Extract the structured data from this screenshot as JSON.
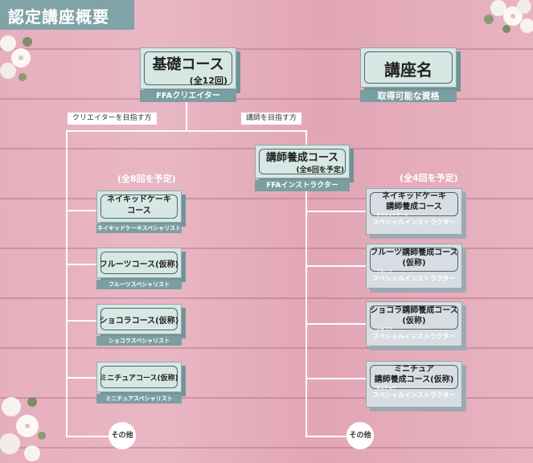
{
  "page": {
    "title": "認定講座概要"
  },
  "basic": {
    "title": "基礎コース",
    "sub": "(全12回)",
    "label": "FFAクリエイター"
  },
  "legend": {
    "title": "講座名",
    "label": "取得可能な資格"
  },
  "paths": {
    "creator": "クリエイターを目指す方",
    "instructor": "講師を目指す方"
  },
  "training": {
    "title": "講師養成コース",
    "sub": "(全6回を予定)",
    "label": "FFAインストラクター"
  },
  "left_count": "(全8回を予定)",
  "right_count": "(全4回を予定)",
  "left_courses": [
    {
      "title": "ネイキッドケーキ\nコース",
      "label": "ネイキッドケーキスペシャリスト"
    },
    {
      "title": "フルーツコース(仮称)",
      "label": "フルーツスペシャリスト"
    },
    {
      "title": "ショコラコース(仮称)",
      "label": "ショコラスペシャリスト"
    },
    {
      "title": "ミニチュアコース(仮称)",
      "label": "ミニチュアスペシャリスト"
    }
  ],
  "right_courses": [
    {
      "title": "ネイキッドケーキ\n講師養成コース",
      "small": "ネイキッドケーキ",
      "label": "スペシャルインストラクター"
    },
    {
      "title": "フルーツ講師養成コース\n(仮称)",
      "small": "フルーツ",
      "label": "スペシャルインストラクター"
    },
    {
      "title": "ショコラ講師養成コース\n(仮称)",
      "small": "ショコラ",
      "label": "スペシャルインストラクター"
    },
    {
      "title": "ミニチュア\n講師養成コース(仮称)",
      "small": "ミニチュア",
      "label": "スペシャルインストラクター"
    }
  ],
  "other": "その他",
  "colors": {
    "teal": "#7fa3a6",
    "card_teal": "#d6e7e4",
    "card_grey": "#d7dde3",
    "bg_pink": "#e3a9b8"
  }
}
